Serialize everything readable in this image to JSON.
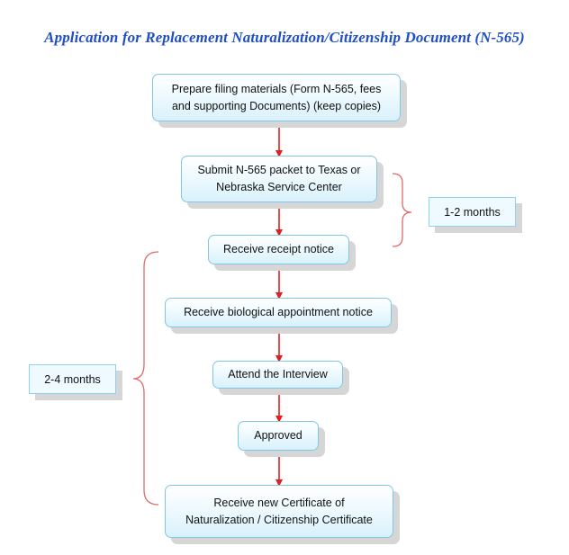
{
  "title": "Application for Replacement Naturalization/Citizenship Document (N-565)",
  "steps": [
    {
      "line1": "Prepare filing materials (Form N-565, fees",
      "line2": "and supporting Documents) (keep copies)"
    },
    {
      "line1": "Submit N-565 packet to Texas or",
      "line2": "Nebraska Service Center"
    },
    {
      "line1": "Receive receipt notice"
    },
    {
      "line1": "Receive biological appointment notice"
    },
    {
      "line1": "Attend the Interview"
    },
    {
      "line1": "Approved"
    },
    {
      "line1": "Receive new Certificate of",
      "line2": "Naturalization / Citizenship Certificate"
    }
  ],
  "durations": {
    "short": "1-2 months",
    "long": "2-4 months"
  },
  "colors": {
    "title": "#1f4fc8",
    "arrow": "#e02020",
    "bracket": "#e06a6a",
    "box_border": "#7fc7e6",
    "box_fill": "#d9f1fb"
  }
}
